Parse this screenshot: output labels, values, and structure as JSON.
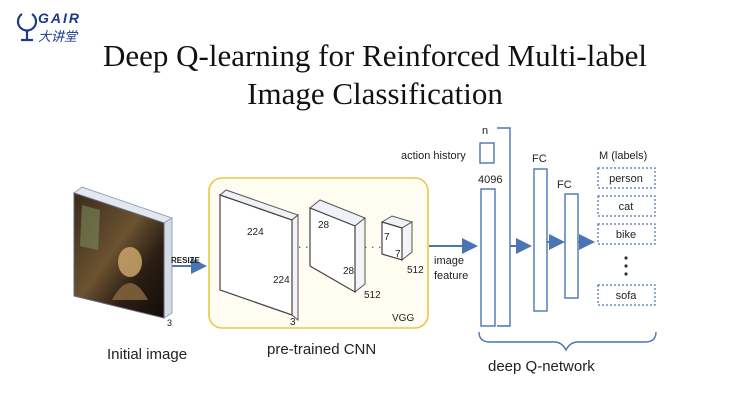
{
  "logo": {
    "top_text": "GAIR",
    "bottom_text": "大讲堂"
  },
  "title": {
    "line1": "Deep Q-learning for Reinforced Multi-label",
    "line2": "Image Classification"
  },
  "diagram": {
    "initial_image": {
      "caption": "Initial image",
      "depth": "3"
    },
    "resize_label": "RESIZE",
    "cnn": {
      "caption": "pre-trained CNN",
      "tag": "VGG",
      "layer1": {
        "height": "224",
        "width": "224",
        "depth": "3"
      },
      "layer2": {
        "height": "28",
        "width": "28",
        "depth": "512"
      },
      "layer3": {
        "height": "7",
        "width": "7",
        "depth": "512"
      }
    },
    "image_feature": {
      "line1": "image",
      "line2": "feature"
    },
    "action_history": {
      "label": "action history",
      "size": "n"
    },
    "feature_size": "4096",
    "fc1": "FC",
    "fc2": "FC",
    "labels_header": "M (labels)",
    "labels": [
      "person",
      "cat",
      "bike",
      "sofa"
    ],
    "network_caption": "deep Q-network"
  }
}
